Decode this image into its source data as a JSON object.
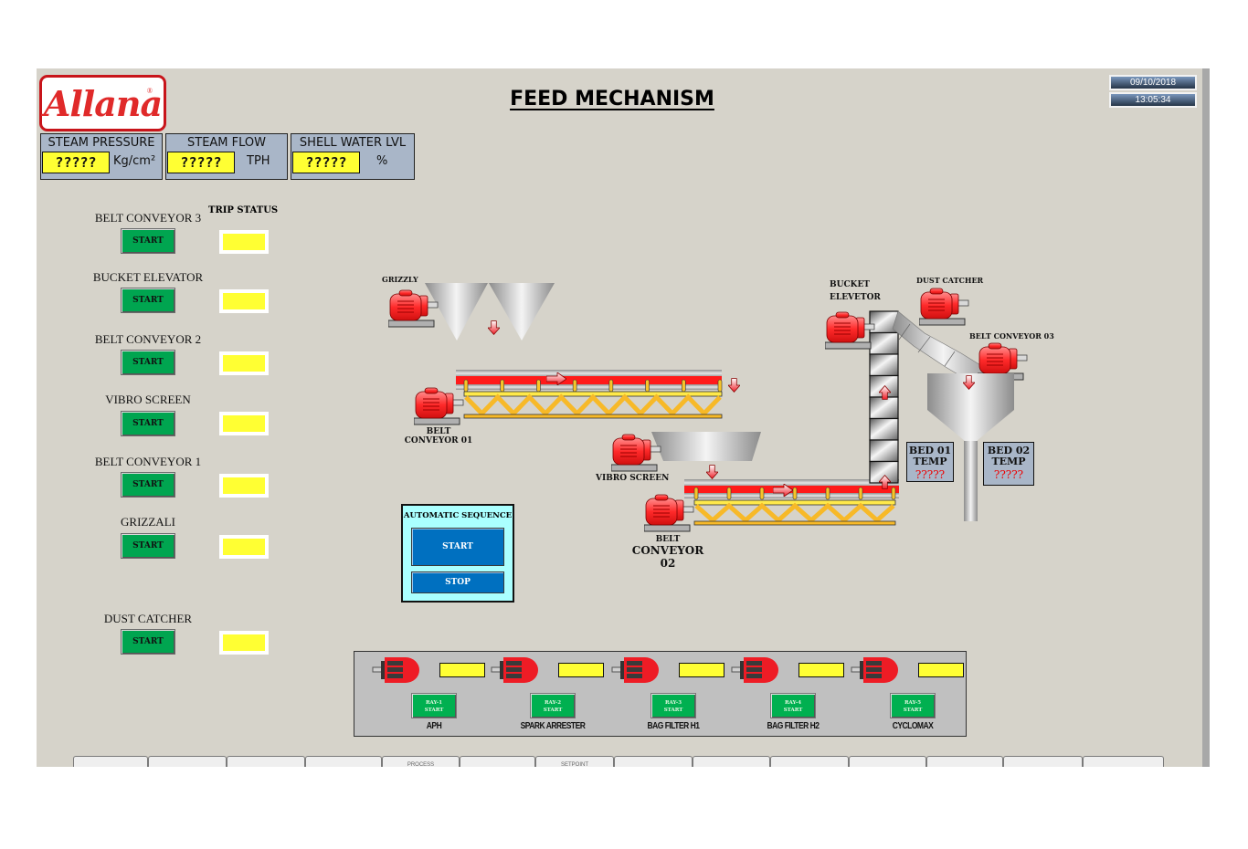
{
  "header": {
    "logo_text": "Allana",
    "logo_mark": "®",
    "title": "FEED MECHANISM",
    "date": "09/10/2018",
    "time": "13:05:34"
  },
  "meters": [
    {
      "label": "STEAM PRESSURE",
      "value": "?????",
      "unit": "Kg/cm²"
    },
    {
      "label": "STEAM FLOW",
      "value": "?????",
      "unit": "TPH"
    },
    {
      "label": "SHELL WATER LVL",
      "value": "?????",
      "unit": "%"
    }
  ],
  "controls": {
    "trip_status_header": "TRIP STATUS",
    "equipment": [
      {
        "label": "BELT CONVEYOR 3",
        "button": "START",
        "trip_color": "#ffff33"
      },
      {
        "label": "BUCKET ELEVATOR",
        "button": "START",
        "trip_color": "#ffff33"
      },
      {
        "label": "BELT CONVEYOR 2",
        "button": "START",
        "trip_color": "#ffff33"
      },
      {
        "label": "VIBRO SCREEN",
        "button": "START",
        "trip_color": "#ffff33"
      },
      {
        "label": "BELT CONVEYOR 1",
        "button": "START",
        "trip_color": "#ffff33"
      },
      {
        "label": "GRIZZALI",
        "button": "START",
        "trip_color": "#ffff33"
      },
      {
        "label": "DUST CATCHER",
        "button": "START",
        "trip_color": "#ffff33"
      }
    ]
  },
  "diagram": {
    "grizzly": "GRIZZLY",
    "belt_conveyor_01_line1": "BELT",
    "belt_conveyor_01_line2": "CONVEYOR 01",
    "vibro_screen": "VIBRO SCREEN",
    "belt_conveyor_02_line1": "BELT",
    "belt_conveyor_02_line2": "CONVEYOR 02",
    "bucket_elevator_line1": "BUCKET",
    "bucket_elevator_line2": "ELEVETOR",
    "dust_catcher": "DUST CATCHER",
    "belt_conveyor_03": "BELT CONVEYOR 03",
    "bed01": {
      "line1": "BED 01",
      "line2": "TEMP",
      "value": "?????"
    },
    "bed02": {
      "line1": "BED 02",
      "line2": "TEMP",
      "value": "?????"
    }
  },
  "auto_sequence": {
    "title": "AUTOMATIC SEQUENCE",
    "start": "START",
    "stop": "STOP"
  },
  "fans": [
    {
      "name": "APH",
      "button_line1": "RAY-1",
      "button_line2": "START"
    },
    {
      "name": "SPARK ARRESTER",
      "button_line1": "RAY-2",
      "button_line2": "START"
    },
    {
      "name": "BAG FILTER H1",
      "button_line1": "RAY-3",
      "button_line2": "START"
    },
    {
      "name": "BAG FILTER H2",
      "button_line1": "RAY-4",
      "button_line2": "START"
    },
    {
      "name": "CYCLOMAX",
      "button_line1": "RAY-5",
      "button_line2": "START"
    }
  ],
  "nav_tabs": [
    "",
    "",
    "",
    "",
    "PROCESS",
    "",
    "SETPOINT",
    "",
    "",
    "",
    "",
    "",
    "",
    ""
  ],
  "colors": {
    "background": "#d6d3ca",
    "start_green": "#00a550",
    "trip_yellow": "#ffff33",
    "auto_blue": "#0070c0",
    "motor_red": "#e8242b",
    "belt_red": "#ff1a1a",
    "frame_yellow": "#f7b928"
  }
}
